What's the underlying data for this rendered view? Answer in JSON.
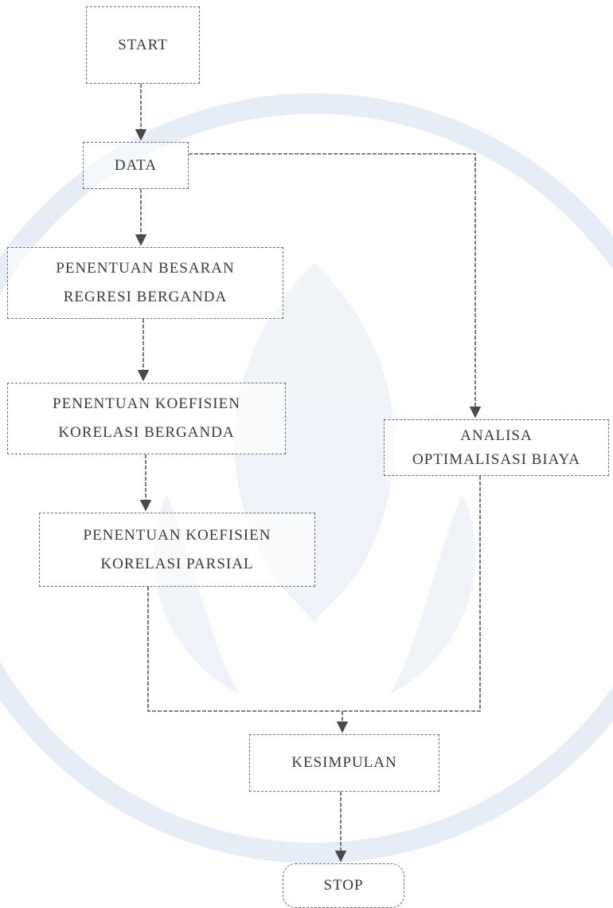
{
  "nodes": {
    "start": "START",
    "data": "DATA",
    "regresi": [
      "PENENTUAN BESARAN",
      "REGRESI BERGANDA"
    ],
    "koef_berganda": [
      "PENENTUAN KOEFISIEN",
      "KORELASI BERGANDA"
    ],
    "koef_parsial": [
      "PENENTUAN KOEFISIEN",
      "KORELASI PARSIAL"
    ],
    "analisa": [
      "ANALISA",
      "OPTIMALISASI BIAYA"
    ],
    "kesimpulan": "KESIMPULAN",
    "stop": "STOP"
  },
  "edges": [
    {
      "from": "start",
      "to": "data"
    },
    {
      "from": "data",
      "to": "regresi"
    },
    {
      "from": "regresi",
      "to": "koef_berganda"
    },
    {
      "from": "koef_berganda",
      "to": "koef_parsial"
    },
    {
      "from": "data",
      "to": "analisa"
    },
    {
      "from": "koef_parsial",
      "to": "kesimpulan"
    },
    {
      "from": "analisa",
      "to": "kesimpulan"
    },
    {
      "from": "kesimpulan",
      "to": "stop"
    }
  ],
  "colors": {
    "line": "#5a5a5a",
    "arrow": "#4a4a4a",
    "watermark": "#d4dfee"
  }
}
